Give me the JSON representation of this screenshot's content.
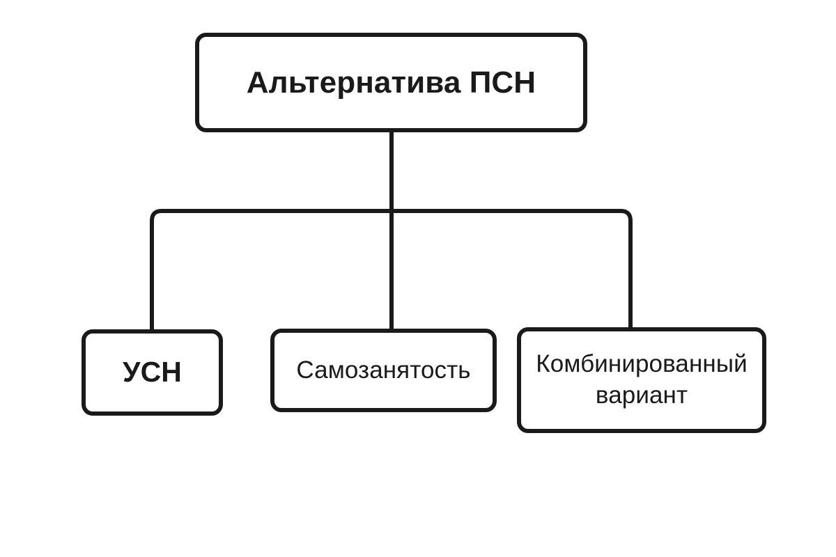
{
  "diagram": {
    "type": "tree",
    "orientation": "top-down",
    "background_color": "#ffffff",
    "stroke_color": "#1a1a1a",
    "stroke_width": 6,
    "corner_radius": 16,
    "root": {
      "id": "root",
      "label": "Альтернатива ПСН",
      "font_weight": "bold",
      "font_size": 44
    },
    "children": [
      {
        "id": "usn",
        "label": "УСН",
        "font_weight": "bold",
        "font_size": 41
      },
      {
        "id": "self-employment",
        "label": "Самозанятость",
        "font_weight": "normal",
        "font_size": 35
      },
      {
        "id": "combined",
        "label": "Комбинированный\nвариант",
        "font_weight": "normal",
        "font_size": 35
      }
    ],
    "edges": [
      {
        "from": "root",
        "to": "usn"
      },
      {
        "from": "root",
        "to": "self-employment"
      },
      {
        "from": "root",
        "to": "combined"
      }
    ]
  }
}
